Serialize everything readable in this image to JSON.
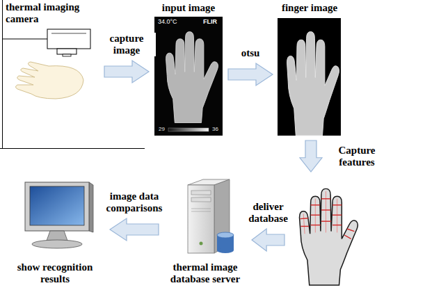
{
  "diagram": {
    "nodes": [
      {
        "text": [
          "thermal imaging camera"
        ]
      },
      {
        "text": [
          "input image"
        ]
      },
      {
        "text": [
          "finger image"
        ]
      },
      {
        "text": []
      },
      {
        "text": [
          "thermal image database server"
        ]
      },
      {
        "text": [
          "show recognition results"
        ]
      }
    ],
    "edges": [
      {
        "from": 0,
        "to": 1,
        "label": "capture image",
        "arrow": "to"
      },
      {
        "from": 1,
        "to": 2,
        "label": "otsu",
        "arrow": "to"
      },
      {
        "from": 2,
        "to": 3,
        "label": "Capture features",
        "arrow": "to"
      },
      {
        "from": 3,
        "to": 4,
        "label": "deliver database",
        "arrow": "to"
      },
      {
        "from": 4,
        "to": 5,
        "label": "image data comparisons",
        "arrow": "to"
      }
    ],
    "labels": [
      "34.0°C",
      "FLIR",
      "29",
      "36"
    ]
  }
}
